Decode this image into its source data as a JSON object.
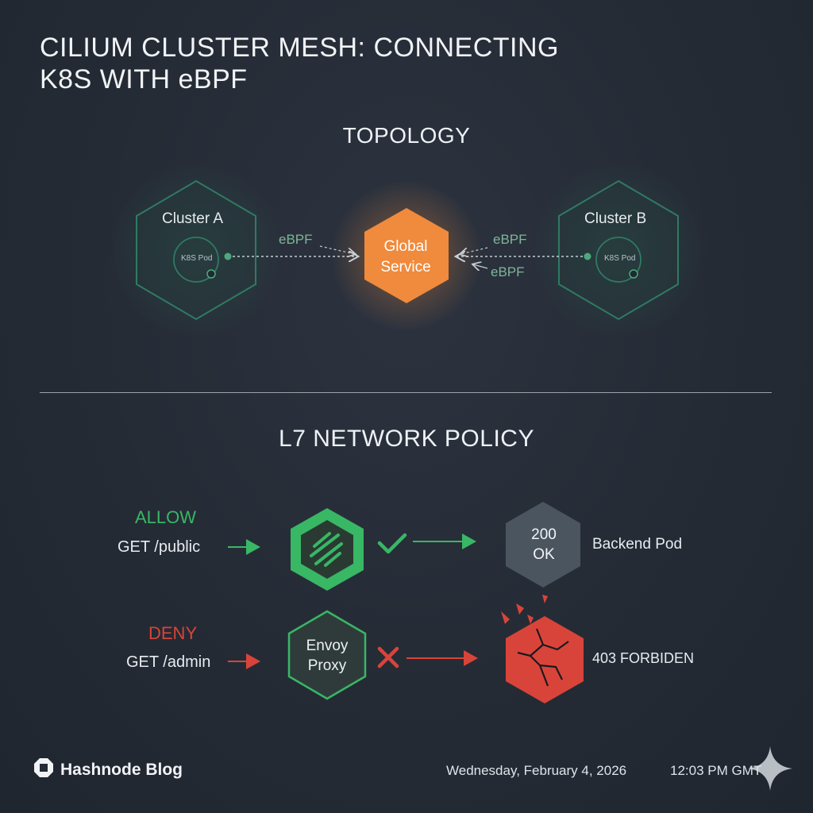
{
  "title": {
    "line1": "CILIUM CLUSTER MESH: CONNECTING",
    "line2": "K8S WITH eBPF"
  },
  "topology": {
    "heading": "TOPOLOGY",
    "cluster_a": {
      "label": "Cluster A",
      "pod_label": "K8S Pod"
    },
    "cluster_b": {
      "label": "Cluster B",
      "pod_label": "K8S Pod"
    },
    "global_service": {
      "line1": "Global",
      "line2": "Service"
    },
    "links": [
      "eBPF",
      "eBPF",
      "eBPF"
    ]
  },
  "policy": {
    "heading": "L7 NETWORK POLICY",
    "allow": {
      "label": "ALLOW",
      "request": "GET /public",
      "result_line1": "200",
      "result_line2": "OK",
      "target": "Backend Pod"
    },
    "deny": {
      "label": "DENY",
      "request": "GET /admin",
      "target": "403 FORBIDEN"
    },
    "proxy": {
      "line1": "Envoy",
      "line2": "Proxy"
    }
  },
  "footer": {
    "brand": "Hashnode Blog",
    "date": "Wednesday, February 4, 2026",
    "time": "12:03 PM GMT"
  },
  "colors": {
    "background": "#252b35",
    "cluster_stroke": "#2f6e5c",
    "global_service": "#f08a3c",
    "allow": "#38b765",
    "deny": "#d9443a",
    "neutral_hex": "#4a5560"
  },
  "icons": [
    "hashnode-logo-icon",
    "sparkle-icon",
    "check-icon",
    "cross-icon",
    "stripes-icon",
    "broken-hexagon-icon"
  ]
}
